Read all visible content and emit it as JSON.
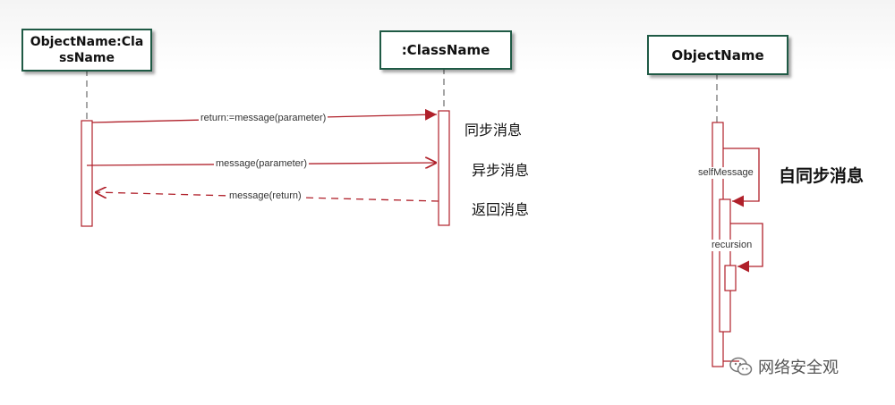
{
  "objects": {
    "left": "ObjectName:ClassName",
    "middle": ":ClassName",
    "right": "ObjectName"
  },
  "messages": {
    "sync": "return:=message(parameter)",
    "async": "message(parameter)",
    "return": "message(return)",
    "self": "selfMessage",
    "recursion": "recursion"
  },
  "captions": {
    "sync": "同步消息",
    "async": "异步消息",
    "return": "返回消息",
    "self_sync": "自同步消息"
  },
  "watermark": {
    "icon": "wechat-icon",
    "text": "网络安全观"
  },
  "colors": {
    "line": "#b0202a",
    "box_border": "#1f5a45"
  }
}
